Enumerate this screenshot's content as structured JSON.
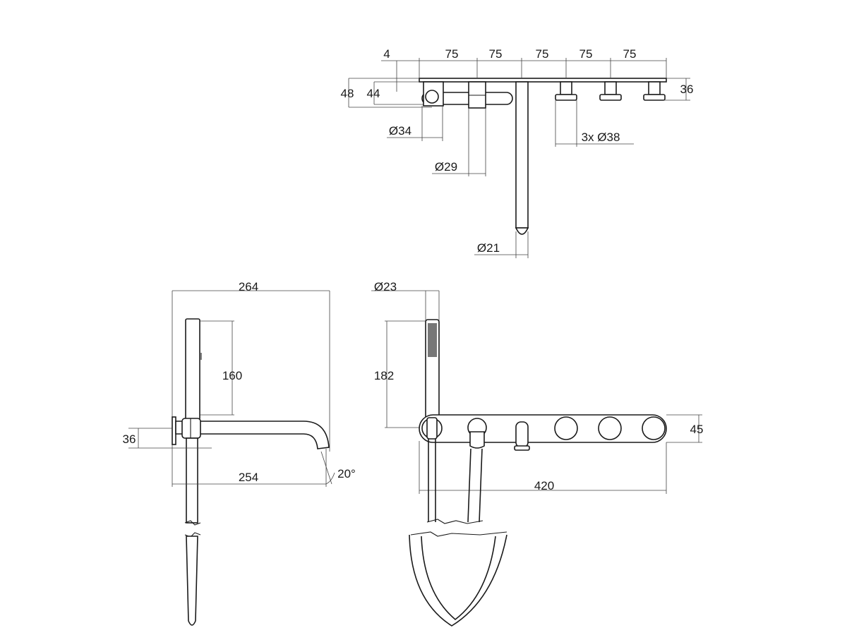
{
  "drawing": {
    "top_view": {
      "dims": {
        "offset": "4",
        "spacing": [
          "75",
          "75",
          "75",
          "75",
          "75"
        ],
        "height_left_outer": "48",
        "height_left_inner": "44",
        "height_right": "36",
        "diverter_diameter": "Ø34",
        "mixer_diameter": "Ø29",
        "spout_diameter": "Ø21",
        "handles": "3x Ø38"
      }
    },
    "side_view": {
      "dims": {
        "total_depth": "264",
        "handshower_height": "160",
        "plate_height": "36",
        "spout_reach": "254",
        "spout_angle": "20°"
      }
    },
    "front_view": {
      "dims": {
        "handshower_diameter": "Ø23",
        "handshower_length": "182",
        "plate_height": "45",
        "plate_width": "420"
      }
    }
  }
}
